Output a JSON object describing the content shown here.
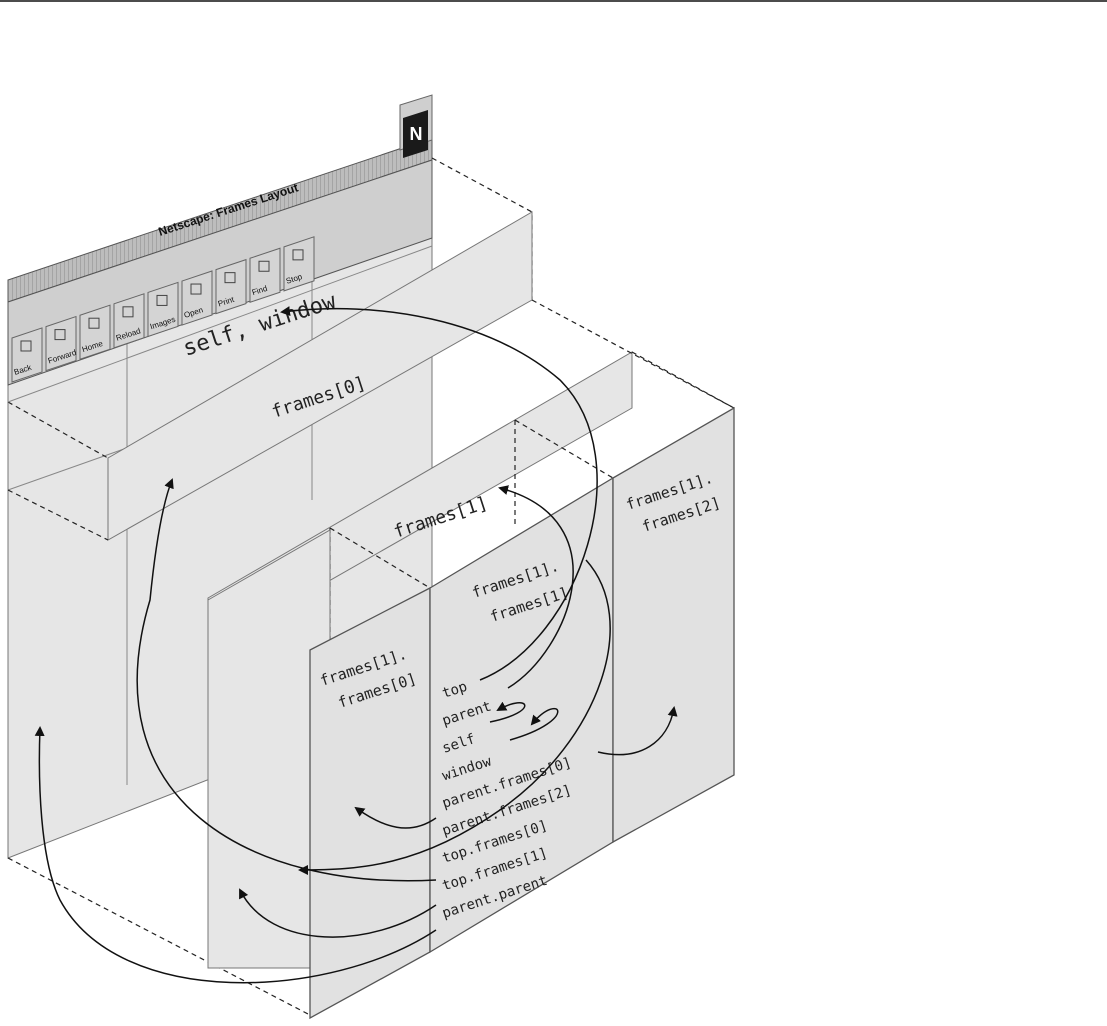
{
  "browser": {
    "window_title": "Netscape: Frames Layout",
    "logo_letter": "N",
    "toolbar_buttons": [
      "Back",
      "Forward",
      "Home",
      "Reload",
      "Images",
      "Open",
      "Print",
      "Find",
      "Stop"
    ]
  },
  "frames": {
    "top": "self, window",
    "frame0": "frames[0]",
    "frame1": "frames[1]",
    "frame1_0": [
      "frames[1].",
      "frames[0]"
    ],
    "frame1_1": [
      "frames[1].",
      "frames[1]"
    ],
    "frame1_2": [
      "frames[1].",
      "frames[2]"
    ]
  },
  "references": [
    "top",
    "parent",
    "self",
    "window",
    "parent.frames[0]",
    "parent.frames[2]",
    "top.frames[0]",
    "top.frames[1]",
    "parent.parent"
  ]
}
